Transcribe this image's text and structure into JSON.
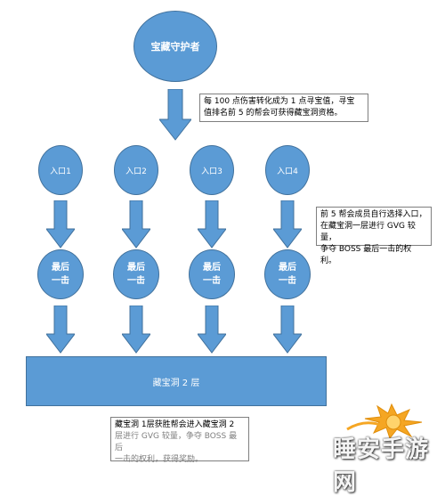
{
  "top_node": {
    "label": "宝藏守护者"
  },
  "top_note": {
    "line1": "每 100 点伤害转化成为 1 点寻宝值，寻宝",
    "line2": "值排名前 5 的帮会可获得藏宝洞资格。"
  },
  "entries": [
    {
      "label": "入口1"
    },
    {
      "label": "入口2"
    },
    {
      "label": "入口3"
    },
    {
      "label": "入口4"
    }
  ],
  "middle_note": {
    "line1": "前 5 帮会成员自行选择入口，",
    "line2": "在藏宝洞一层进行 GVG 较量，",
    "line3": "争夺 BOSS 最后一击的权利。"
  },
  "last_hits": [
    {
      "line1": "最后",
      "line2": "一击"
    },
    {
      "line1": "最后",
      "line2": "一击"
    },
    {
      "line1": "最后",
      "line2": "一击"
    },
    {
      "line1": "最后",
      "line2": "一击"
    }
  ],
  "bottom_bar": {
    "label": "藏宝洞 2 层"
  },
  "bottom_note": {
    "line1": "藏宝洞 1层获胜帮会进入藏宝洞 2",
    "line2": "层进行 GVG 较量，争夺 BOSS 最后",
    "line3": "一击的权利，获得奖励。"
  },
  "watermark": {
    "text": "睡安手游网",
    "logo_name": "9game-logo",
    "color": "#f5a623"
  }
}
